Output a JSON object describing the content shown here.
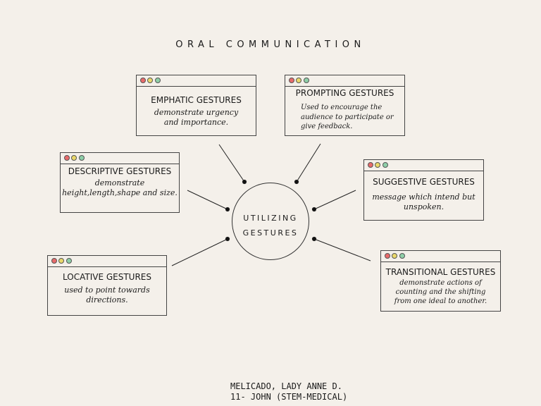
{
  "title": "ORAL COMMUNICATION",
  "center": {
    "line1": "UTILIZING",
    "line2": "GESTURES"
  },
  "boxes": {
    "emphatic": {
      "heading": "EMPHATIC GESTURES",
      "desc1": "demonstrate urgency",
      "desc2": "and importance."
    },
    "prompting": {
      "heading": "PROMPTING GESTURES",
      "desc1": "Used to encourage the",
      "desc2": "audience to participate or",
      "desc3": "give feedback."
    },
    "descriptive": {
      "heading": "DESCRIPTIVE GESTURES",
      "desc1": "demonstrate",
      "desc2": "height,length,shape and size."
    },
    "suggestive": {
      "heading": "SUGGESTIVE GESTURES",
      "desc1": "message which intend but",
      "desc2": "unspoken."
    },
    "locative": {
      "heading": "LOCATIVE GESTURES",
      "desc1": "used to point towards",
      "desc2": "directions."
    },
    "transitional": {
      "heading": "TRANSITIONAL GESTURES",
      "desc1": "demonstrate actions of",
      "desc2": "counting and the shifting",
      "desc3": "from one ideal to another."
    }
  },
  "footer": {
    "name": "MELICADO, LADY ANNE D.",
    "section": "11- JOHN (STEM-MEDICAL)"
  },
  "colors": {
    "dot_red": "#e86b6b",
    "dot_yellow": "#ead86a",
    "dot_green": "#8fcfa8",
    "background": "#f4f0ea"
  }
}
